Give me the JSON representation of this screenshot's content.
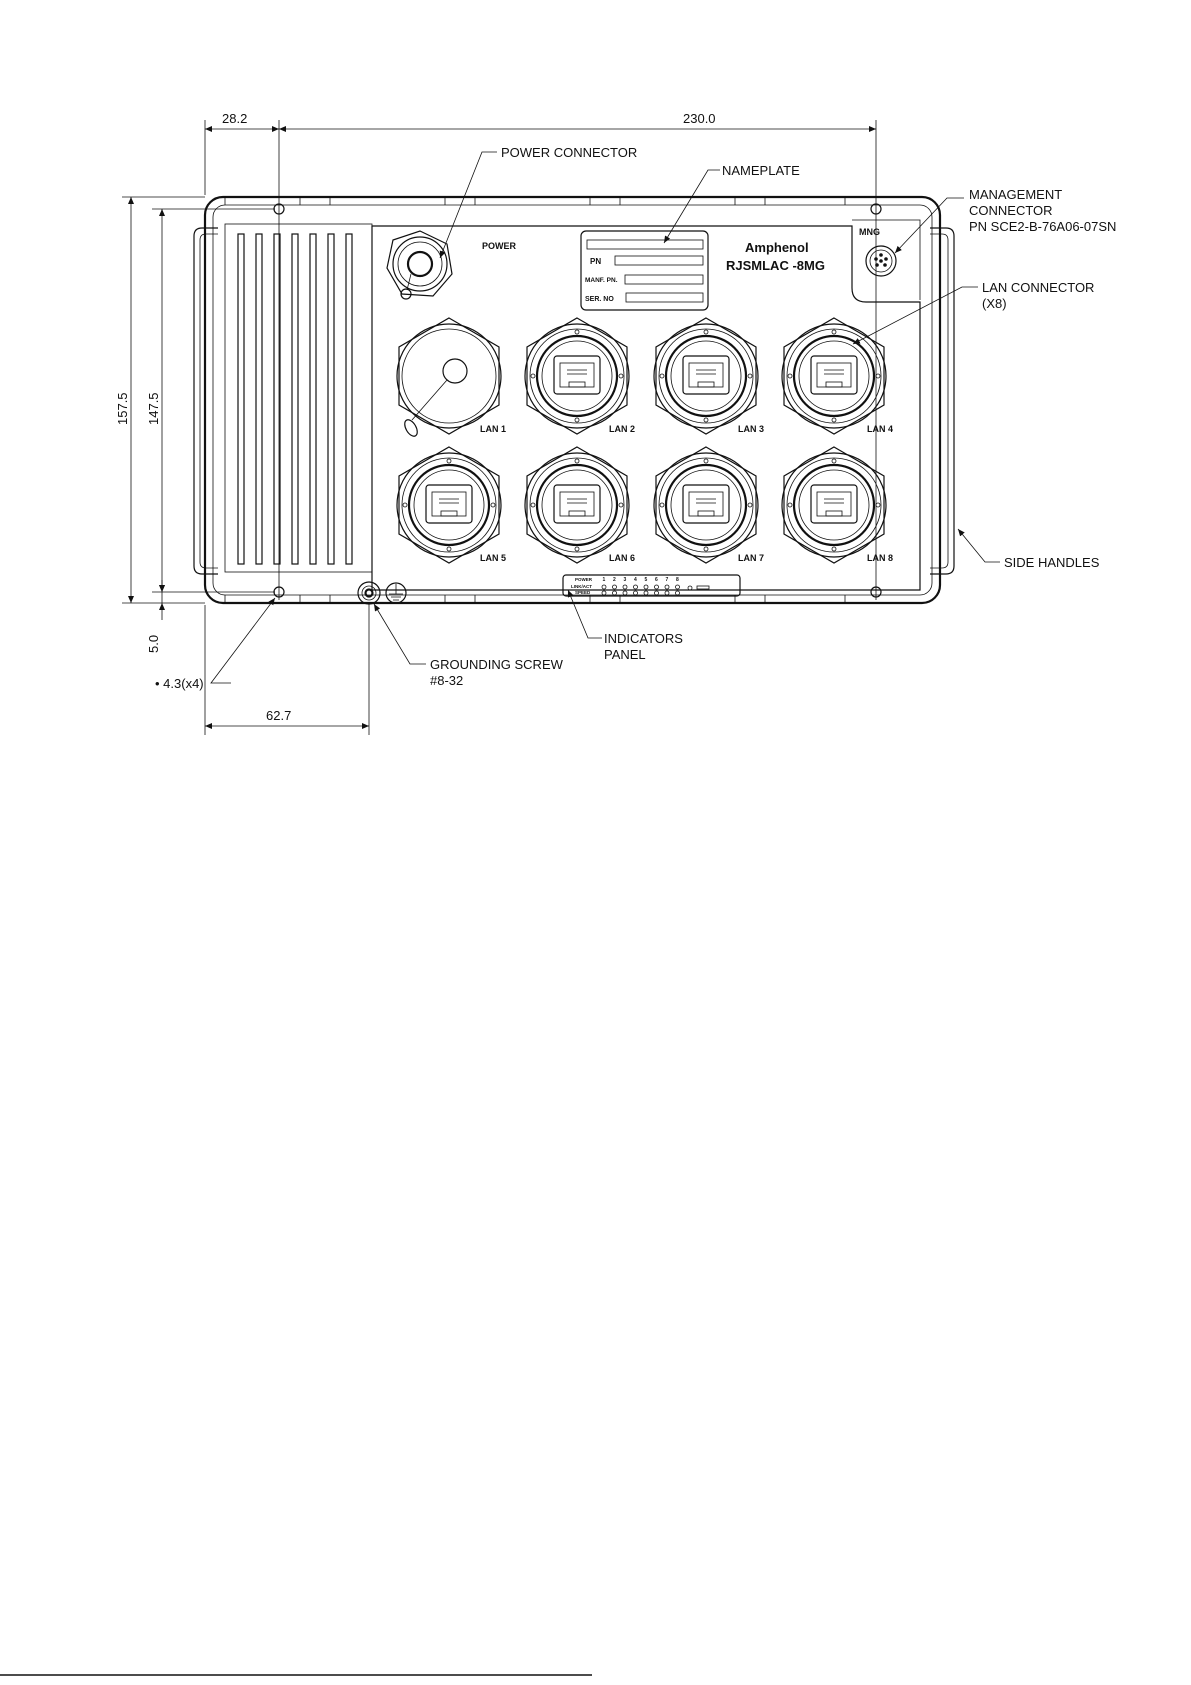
{
  "dimensions": {
    "left_offset": "28.2",
    "hole_span": "230.0",
    "overall_height": "157.5",
    "hole_height": "147.5",
    "bottom_offset": "5.0",
    "hole_diameter": "• 4.3(x4)",
    "ground_offset": "62.7"
  },
  "callouts": {
    "power_connector": "POWER CONNECTOR",
    "nameplate": "NAMEPLATE",
    "management_line1": "MANAGEMENT",
    "management_line2": "CONNECTOR",
    "management_line3": "PN SCE2-B-76A06-07SN",
    "lan_connector_line1": "LAN CONNECTOR",
    "lan_connector_line2": "(X8)",
    "side_handles": "SIDE HANDLES",
    "grounding_line1": "GROUNDING SCREW",
    "grounding_line2": "#8-32",
    "indicators_line1": "INDICATORS",
    "indicators_line2": "PANEL"
  },
  "panel": {
    "power_label": "POWER",
    "mng_label": "MNG",
    "brand": "Amphenol",
    "model": "RJSMLAC -8MG",
    "nameplate_fields": [
      "PN",
      "MANF. PN.",
      "SER. NO"
    ],
    "ports": [
      "LAN 1",
      "LAN 2",
      "LAN 3",
      "LAN 4",
      "LAN 5",
      "LAN 6",
      "LAN 7",
      "LAN 8"
    ],
    "indicator_rows": [
      "POWER",
      "LINK/ACT",
      "SPEED"
    ],
    "indicator_numbers": [
      "1",
      "2",
      "3",
      "4",
      "5",
      "6",
      "7",
      "8"
    ]
  }
}
